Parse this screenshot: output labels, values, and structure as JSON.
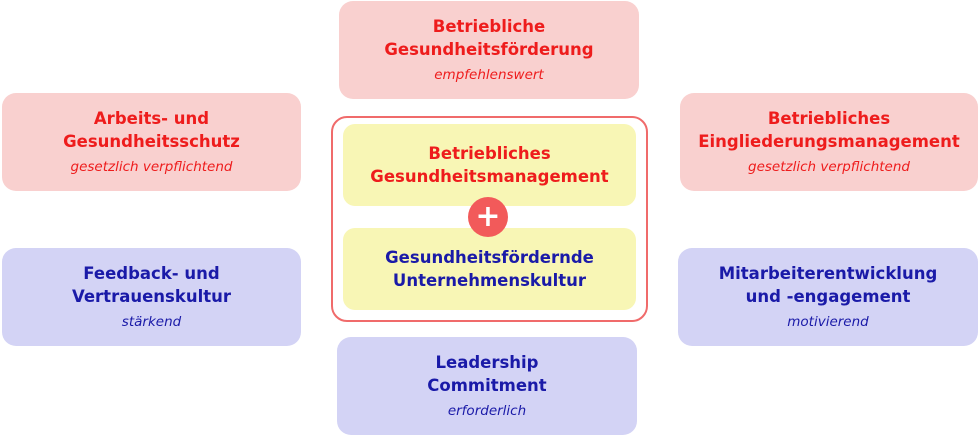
{
  "top": {
    "title_1": "Betriebliche",
    "title_2": "Gesundheitsförderung",
    "sub": "empfehlenswert"
  },
  "left_top": {
    "title_1": "Arbeits- und",
    "title_2": "Gesundheitsschutz",
    "sub": "gesetzlich verpflichtend"
  },
  "right_top": {
    "title_1": "Betriebliches",
    "title_2": "Eingliederungsmanagement",
    "sub": "gesetzlich verpflichtend"
  },
  "left_bottom": {
    "title_1": "Feedback- und",
    "title_2": "Vertrauenskultur",
    "sub": "stärkend"
  },
  "right_bottom": {
    "title_1": "Mitarbeiterentwicklung",
    "title_2": "und -engagement",
    "sub": "motivierend"
  },
  "bottom": {
    "title_1": "Leadership",
    "title_2": "Commitment",
    "sub": "erforderlich"
  },
  "center": {
    "upper_1": "Betriebliches",
    "upper_2": "Gesundheitsmanagement",
    "plus": "+",
    "lower_1": "Gesundheitsfördernde",
    "lower_2": "Unternehmenskultur"
  },
  "colors": {
    "red_text": "#ee1c1c",
    "blue_text": "#1a1aa8",
    "red_box": "#f9d0cf",
    "blue_box": "#d3d3f5",
    "yellow_box": "#f8f6b5",
    "frame": "#f06b6b",
    "plus_circle": "#f25a5a"
  }
}
